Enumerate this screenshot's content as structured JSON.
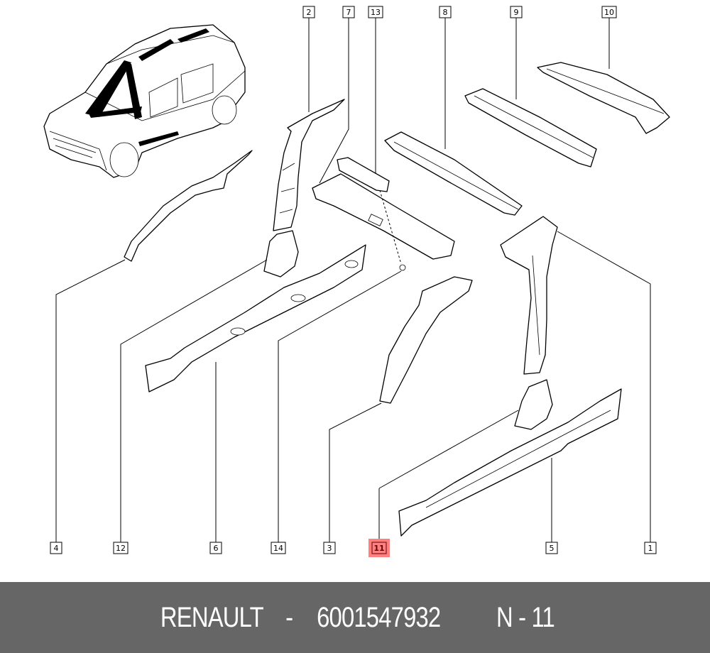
{
  "diagram": {
    "callouts_top": [
      "2",
      "7",
      "13",
      "8",
      "9",
      "10"
    ],
    "callouts_bottom": [
      "4",
      "12",
      "6",
      "14",
      "3",
      "11",
      "5",
      "1"
    ],
    "highlighted_callout": "11",
    "highlight_color": "#ff8080"
  },
  "footer": {
    "brand": "RENAULT",
    "separator": "-",
    "part_number": "6001547932",
    "position_label": "N - 11"
  }
}
